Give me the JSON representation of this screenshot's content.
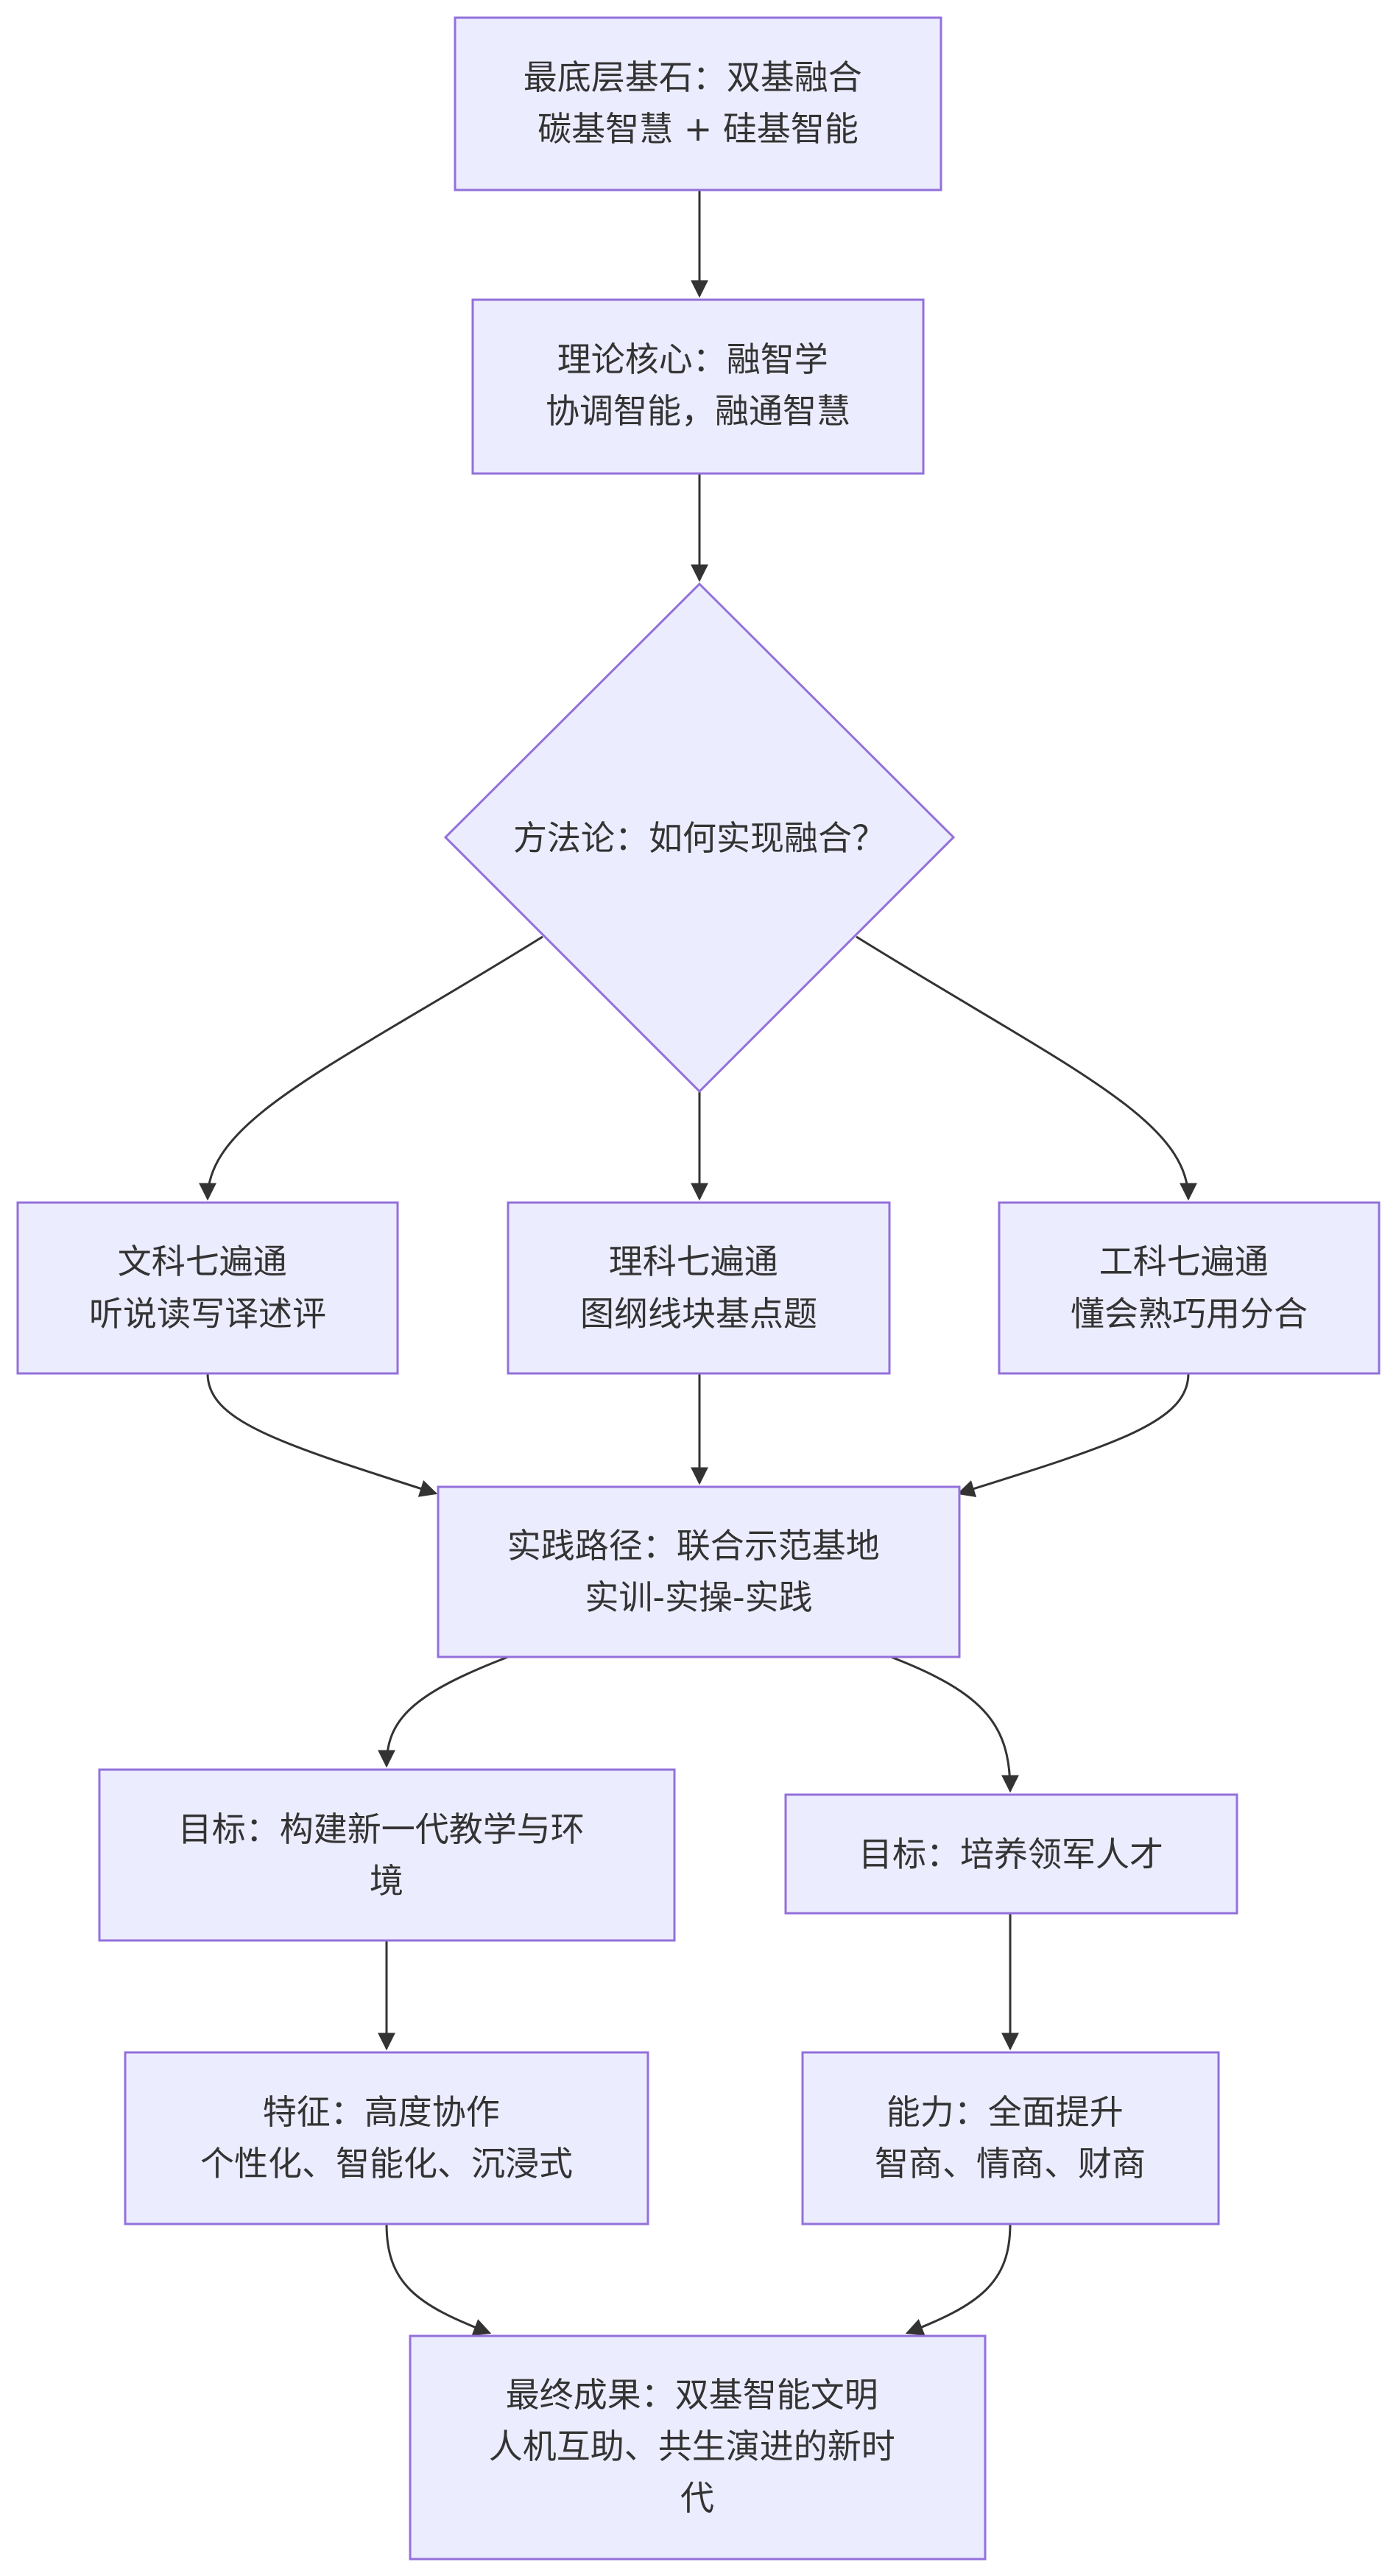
{
  "colors": {
    "node_fill": "#ececff",
    "node_stroke": "#9370db",
    "edge_stroke": "#333333",
    "text": "#333333"
  },
  "nodes": {
    "foundation": {
      "lines": [
        "最底层基石：双基融合",
        "碳基智慧 + 硅基智能"
      ]
    },
    "theory": {
      "lines": [
        "理论核心：融智学",
        "协调智能，融通智慧"
      ]
    },
    "method": {
      "lines": [
        "方法论：如何实现融合？"
      ]
    },
    "liberal": {
      "lines": [
        "文科七遍通",
        "听说读写译述评"
      ]
    },
    "science": {
      "lines": [
        "理科七遍通",
        "图纲线块基点题"
      ]
    },
    "engineering": {
      "lines": [
        "工科七遍通",
        "懂会熟巧用分合"
      ]
    },
    "practice": {
      "lines": [
        "实践路径：联合示范基地",
        "实训-实操-实践"
      ]
    },
    "goal_env": {
      "lines": [
        "目标：构建新一代教学与环",
        "境"
      ]
    },
    "goal_talent": {
      "lines": [
        "目标：培养领军人才"
      ]
    },
    "feature": {
      "lines": [
        "特征：高度协作",
        "个性化、智能化、沉浸式"
      ]
    },
    "ability": {
      "lines": [
        "能力：全面提升",
        "智商、情商、财商"
      ]
    },
    "result": {
      "lines": [
        "最终成果：双基智能文明",
        "人机互助、共生演进的新时",
        "代"
      ]
    }
  }
}
